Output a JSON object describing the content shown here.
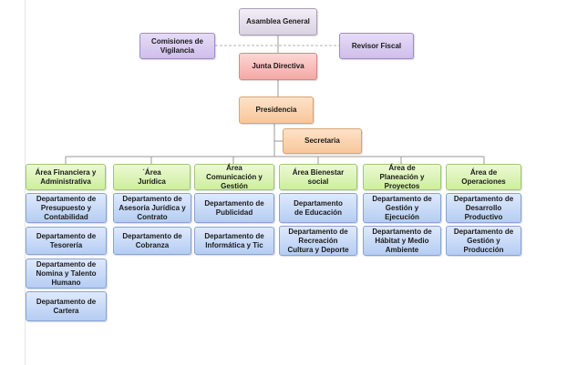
{
  "org_chart": {
    "top": [
      {
        "id": "asamblea",
        "label": "Asamblea General"
      },
      {
        "id": "comisiones",
        "label": "Comisiones de\nVigilancia"
      },
      {
        "id": "revisor",
        "label": "Revisor Fiscal"
      },
      {
        "id": "junta",
        "label": "Junta Directiva"
      },
      {
        "id": "presidencia",
        "label": "Presidencia"
      },
      {
        "id": "secretaria",
        "label": "Secretaria"
      }
    ],
    "areas": [
      {
        "label": "Área Financiera y\nAdministrativa",
        "departments": [
          "Departamento de\nPresupuesto y\nContabilidad",
          "Departamento de\nTesorería",
          "Departamento de\nNomina y Talento\nHumano",
          "Departamento de\nCartera"
        ]
      },
      {
        "label": "´Área\nJurídica",
        "departments": [
          "Departamento de\nAsesoría Jurídica y\nContrato",
          "Departamento de\nCobranza"
        ]
      },
      {
        "label": "Área\nComunicación  y\nGestión",
        "departments": [
          "Departamento de\nPublicidad",
          "Departamento de\nInformática y Tic"
        ]
      },
      {
        "label": "Área Bienestar\nsocial",
        "departments": [
          "Departamento\nde Educación",
          "Departamento de\nRecreación\nCultura y Deporte"
        ]
      },
      {
        "label": "Área de\nPlaneación y\nProyectos",
        "departments": [
          "Departamento de\nGestión y\nEjecución",
          "Departamento de\nHábitat y Medio\nAmbiente"
        ]
      },
      {
        "label": "Área de\nOperaciones",
        "departments": [
          "Departamento de\nDesarrollo\nProductivo",
          "Departamento de\nGestión y\nProducción"
        ]
      }
    ]
  }
}
